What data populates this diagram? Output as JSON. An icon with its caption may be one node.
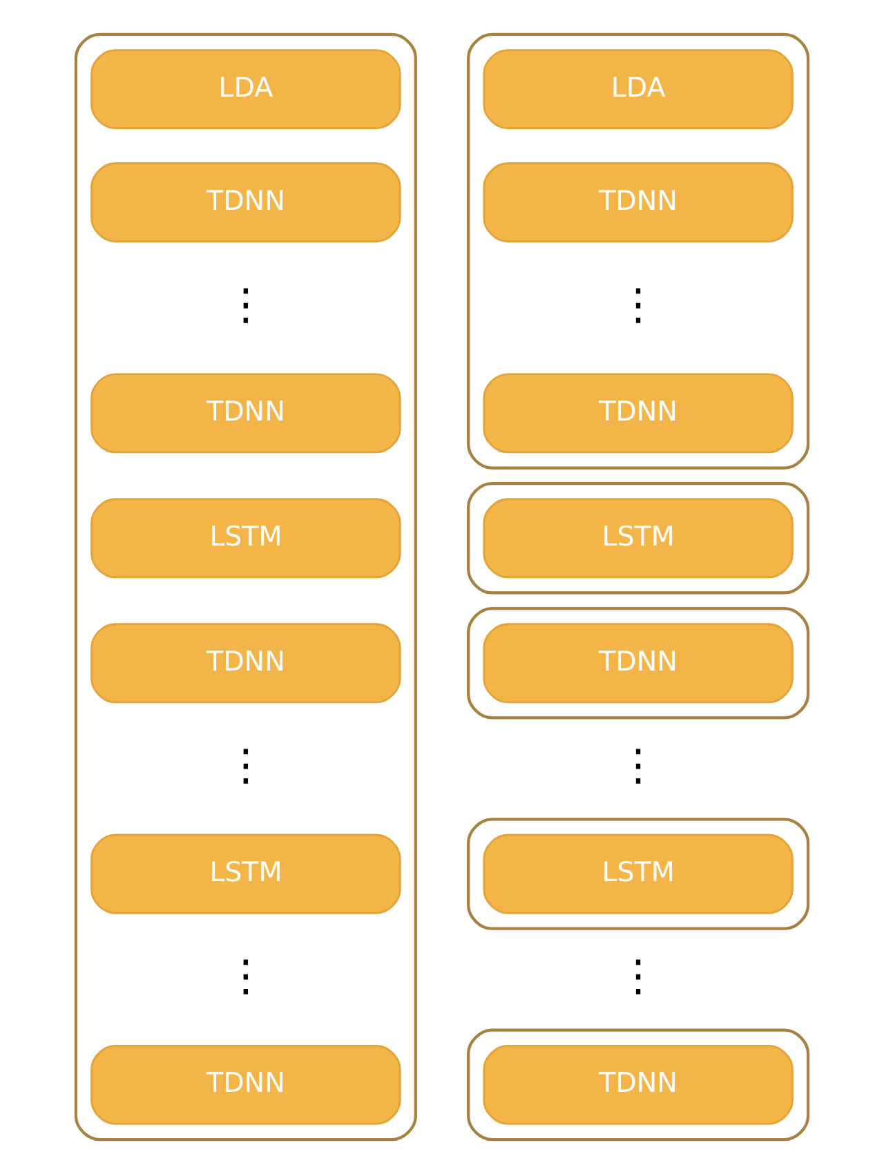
{
  "diagram": {
    "nodes": [
      {
        "text": [],
        "shape": "ellipse"
      },
      {
        "text": [
          "LDA"
        ],
        "in": 0
      },
      {
        "text": [
          "TDNN"
        ],
        "in": 0
      },
      {
        "text": [
          "TDNN"
        ],
        "in": 0
      },
      {
        "text": [
          "LSTM"
        ],
        "in": 0
      },
      {
        "text": [
          "TDNN"
        ],
        "in": 0
      },
      {
        "text": [
          "LSTM"
        ],
        "in": 0
      },
      {
        "text": [
          "TDNN"
        ],
        "in": 0
      },
      {
        "text": [],
        "shape": "ellipse"
      },
      {
        "text": [
          "LDA"
        ],
        "in": 8
      },
      {
        "text": [
          "TDNN"
        ],
        "in": 8
      },
      {
        "text": [
          "TDNN"
        ],
        "in": 8
      },
      {
        "text": [],
        "shape": "ellipse"
      },
      {
        "text": [
          "LSTM"
        ],
        "in": 12
      },
      {
        "text": [],
        "shape": "ellipse"
      },
      {
        "text": [
          "TDNN"
        ],
        "in": 14
      },
      {
        "text": [],
        "shape": "ellipse"
      },
      {
        "text": [
          "LSTM"
        ],
        "in": 16
      },
      {
        "text": [],
        "shape": "ellipse"
      },
      {
        "text": [
          "TDNN"
        ],
        "in": 18
      }
    ],
    "edges": [],
    "labels": [
      "⋮",
      "⋮",
      "⋮",
      "⋮",
      "⋮",
      "⋮"
    ]
  }
}
